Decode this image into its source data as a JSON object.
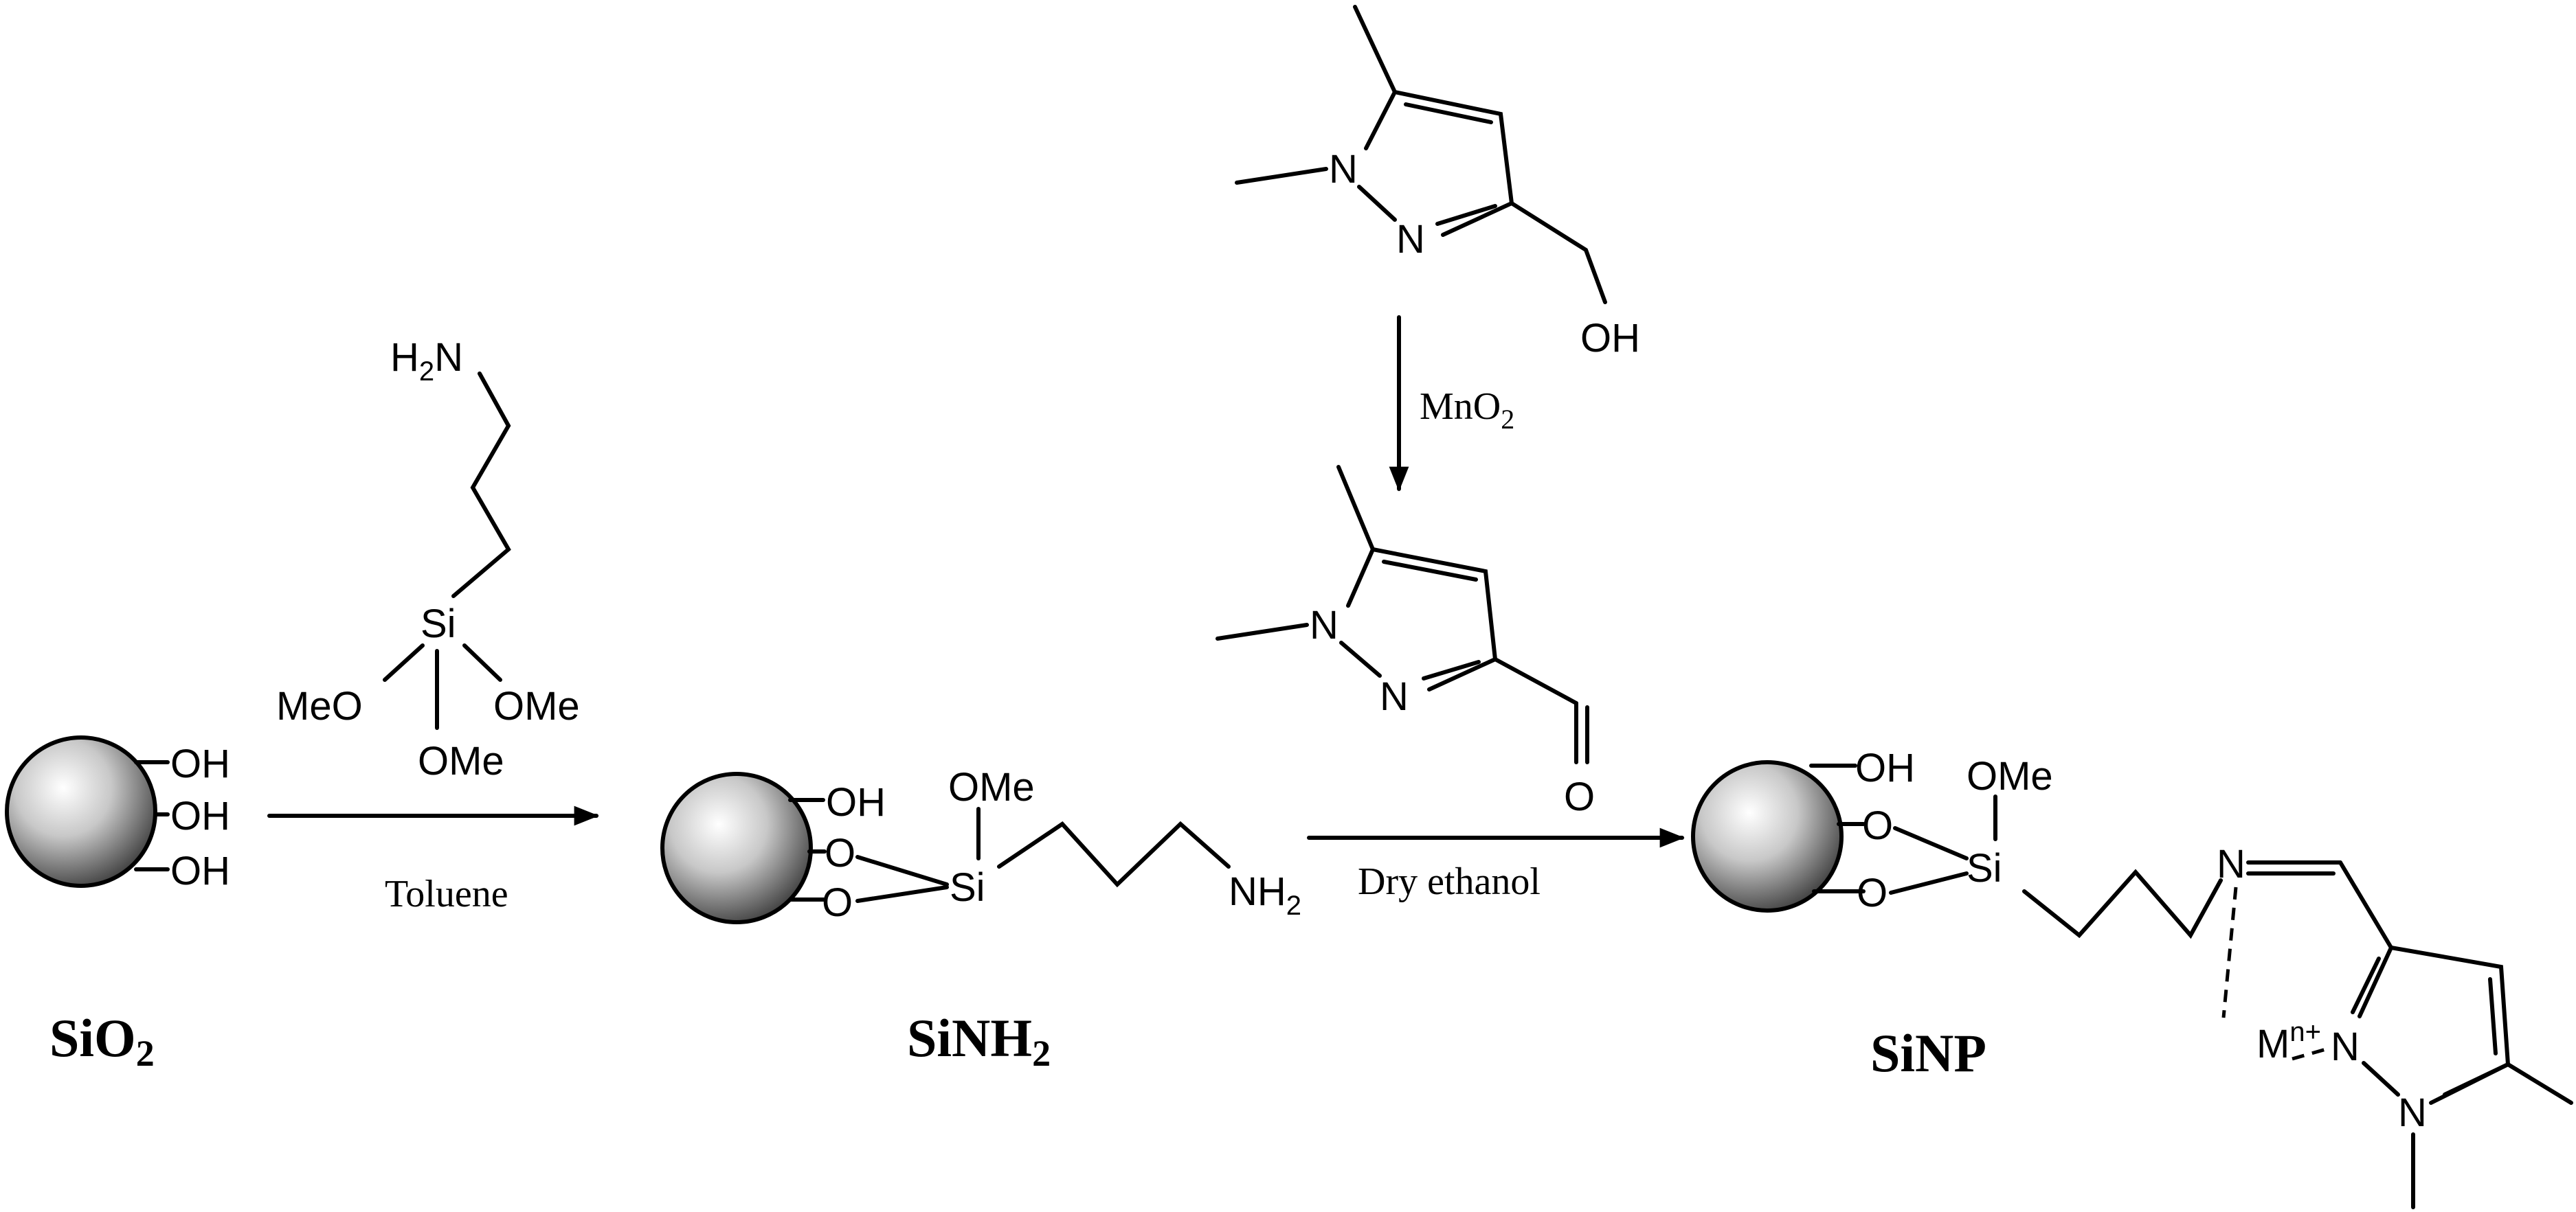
{
  "compounds": {
    "silica": {
      "name": "SiO",
      "name_sub": "2"
    },
    "amine_silica": {
      "name": "SiNH",
      "name_sub": "2"
    },
    "product": {
      "name": "SiNP"
    }
  },
  "reagents": {
    "step1": "Toluene",
    "step2": "Dry ethanol",
    "oxidation": {
      "text": "MnO",
      "sub": "2"
    }
  },
  "atoms": {
    "hydroxyl": "OH",
    "oxygen": "O",
    "silicon": "Si",
    "methoxy": "OMe",
    "methoxy_left": "MeO",
    "nitrogen": "N",
    "amine_h": "H",
    "amine_h_sub": "2",
    "amine_n": "N",
    "nh": "NH",
    "nh_sub": "2",
    "metal": "M",
    "metal_charge": "n+"
  },
  "colors": {
    "ink": "#000000",
    "sphere_light": "#ffffff",
    "sphere_mid": "#b5b5b5",
    "sphere_dark": "#3a3a3a"
  }
}
